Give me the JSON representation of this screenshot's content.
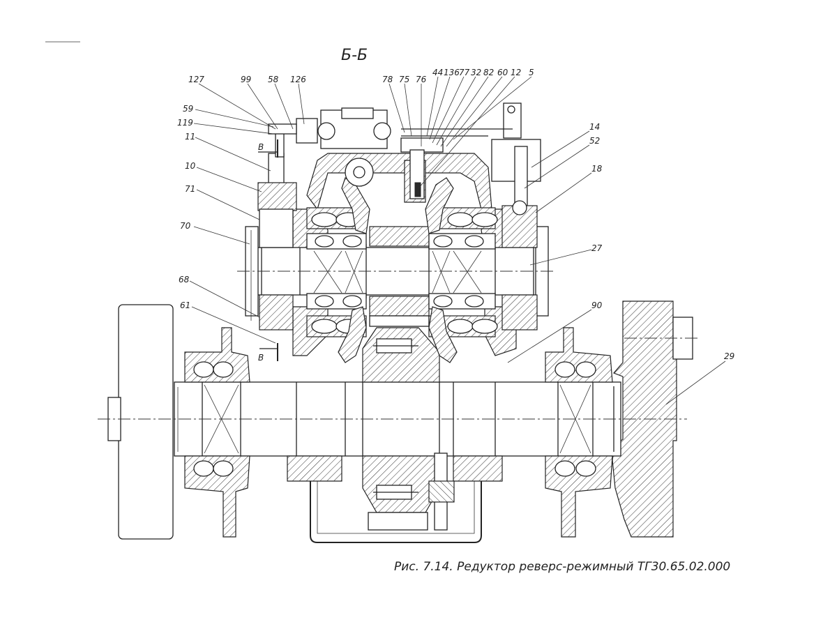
{
  "section_title": "Б-Б",
  "caption": "Рис. 7.14. Редуктор реверс-режимный ТГ30.65.02.000",
  "section_marks": [
    "В",
    "В"
  ],
  "callouts": {
    "left": [
      "127",
      "99",
      "58",
      "126",
      "59",
      "119",
      "11",
      "10",
      "71",
      "70",
      "68",
      "61"
    ],
    "top": [
      "78",
      "75",
      "76",
      "44",
      "136",
      "77",
      "32",
      "82",
      "60",
      "12",
      "5"
    ],
    "right": [
      "14",
      "52",
      "18",
      "27",
      "90",
      "29"
    ]
  }
}
